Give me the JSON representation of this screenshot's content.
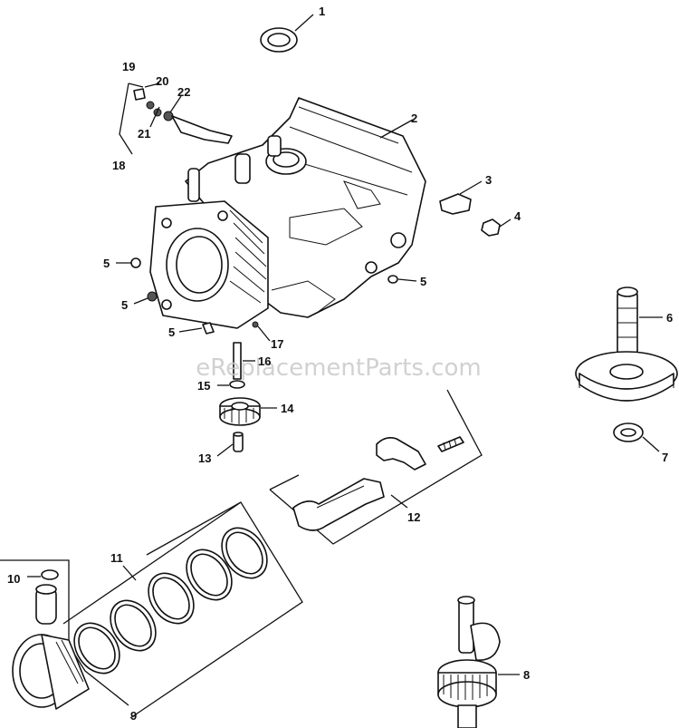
{
  "watermark": "eReplacementParts.com",
  "labels": {
    "p1": "1",
    "p2": "2",
    "p3": "3",
    "p4": "4",
    "p5a": "5",
    "p5b": "5",
    "p5c": "5",
    "p5d": "5",
    "p6": "6",
    "p7": "7",
    "p8": "8",
    "p9": "9",
    "p10": "10",
    "p11": "11",
    "p12": "12",
    "p13": "13",
    "p14": "14",
    "p15": "15",
    "p16": "16",
    "p17": "17",
    "p18": "18",
    "p19": "19",
    "p20": "20",
    "p21": "21",
    "p22": "22"
  }
}
